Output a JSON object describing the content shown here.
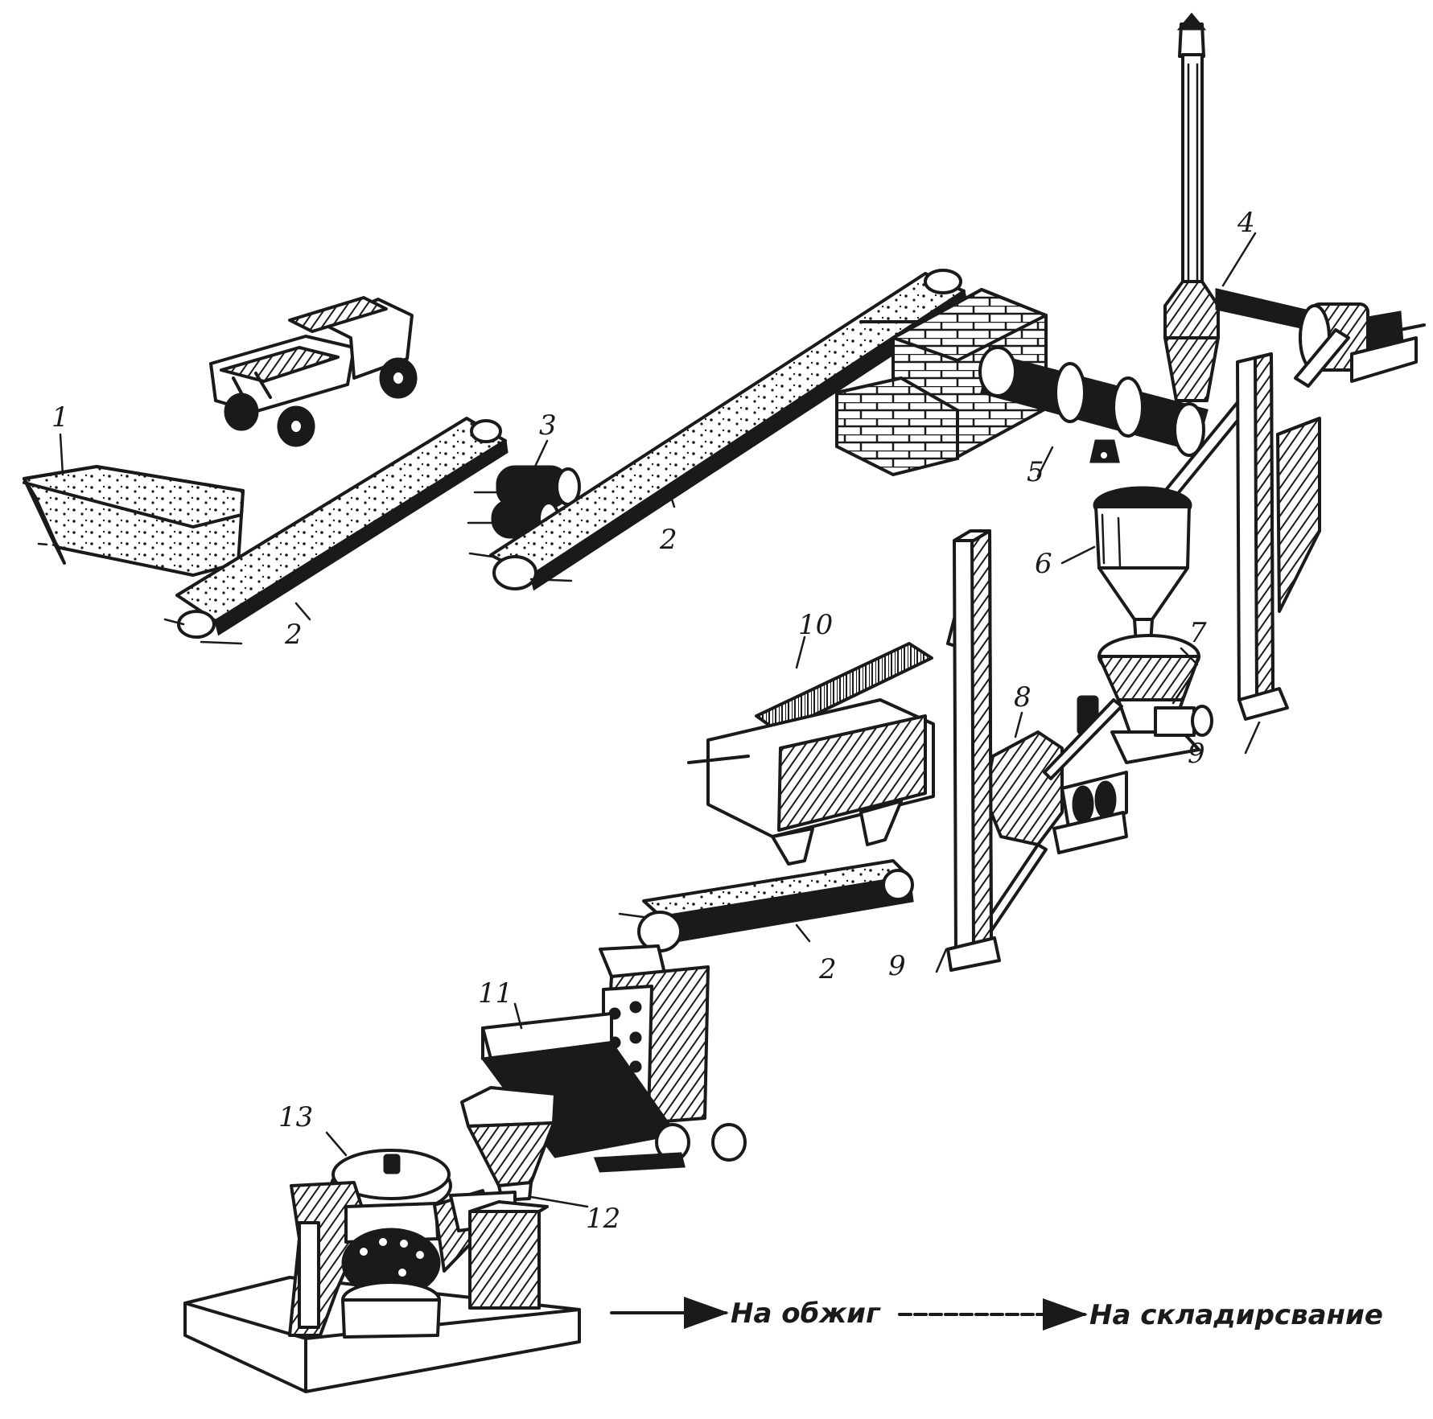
{
  "labels": {
    "n1": "1",
    "n2a": "2",
    "n2b": "2",
    "n2c": "2",
    "n3": "3",
    "n4": "4",
    "n5": "5",
    "n6": "6",
    "n7": "7",
    "n8": "8",
    "n9a": "9",
    "n9b": "9",
    "n10": "10",
    "n11": "11",
    "n12": "12",
    "n13": "13"
  },
  "captions": {
    "to_firing": "На обжиг",
    "to_storage": "На складирсвание"
  },
  "colors": {
    "ink": "#1a1a1a",
    "paper": "#ffffff"
  }
}
